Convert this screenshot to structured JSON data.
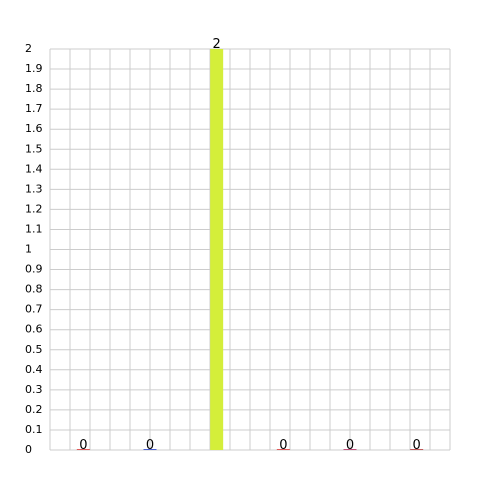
{
  "chart_data": {
    "type": "bar",
    "categories": [
      "",
      "",
      "",
      "",
      "",
      ""
    ],
    "values": [
      0,
      0,
      2,
      0,
      0,
      0
    ],
    "data_labels": [
      "0",
      "0",
      "2",
      "0",
      "0",
      "0"
    ],
    "bar_colors": [
      "#e05a5a",
      "#4a5fd0",
      "#d4ee3a",
      "#e05a5a",
      "#c0507a",
      "#c05a5a"
    ],
    "ylim": [
      0,
      2
    ],
    "y_ticks": [
      "0",
      "0.1",
      "0.2",
      "0.3",
      "0.4",
      "0.5",
      "0.6",
      "0.7",
      "0.8",
      "0.9",
      "1",
      "1.1",
      "1.2",
      "1.3",
      "1.4",
      "1.5",
      "1.6",
      "1.7",
      "1.8",
      "1.9",
      "2"
    ],
    "grid": true,
    "grid_color": "#cccccc",
    "title": "",
    "xlabel": "",
    "ylabel": ""
  }
}
